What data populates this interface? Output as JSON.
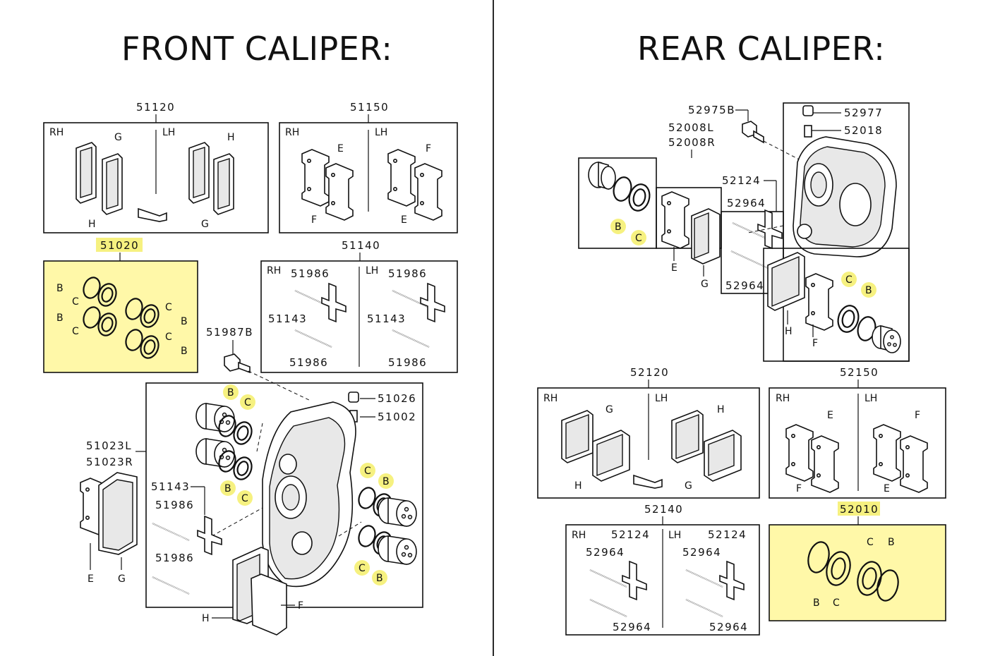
{
  "titles": {
    "front": "FRONT CALIPER:",
    "rear": "REAR CALIPER:"
  },
  "watermark": "",
  "colors": {
    "highlight": "#fff8a8",
    "badge": "#f5ef6a",
    "line": "#111111"
  },
  "labels": {
    "rh": "RH",
    "lh": "LH",
    "B": "B",
    "C": "C",
    "E": "E",
    "F": "F",
    "G": "G",
    "H": "H"
  },
  "front": {
    "p51120": "51120",
    "p51150": "51150",
    "p51020": "51020",
    "p51140": "51140",
    "p51986": "51986",
    "p51143": "51143",
    "p51987B": "51987B",
    "p51026": "51026",
    "p51002": "51002",
    "p51023L": "51023L",
    "p51023R": "51023R"
  },
  "rear": {
    "p52975B": "52975B",
    "p52977": "52977",
    "p52018": "52018",
    "p52008L": "52008L",
    "p52008R": "52008R",
    "p52124": "52124",
    "p52964": "52964",
    "p52120": "52120",
    "p52150": "52150",
    "p52010": "52010",
    "p52140": "52140"
  }
}
